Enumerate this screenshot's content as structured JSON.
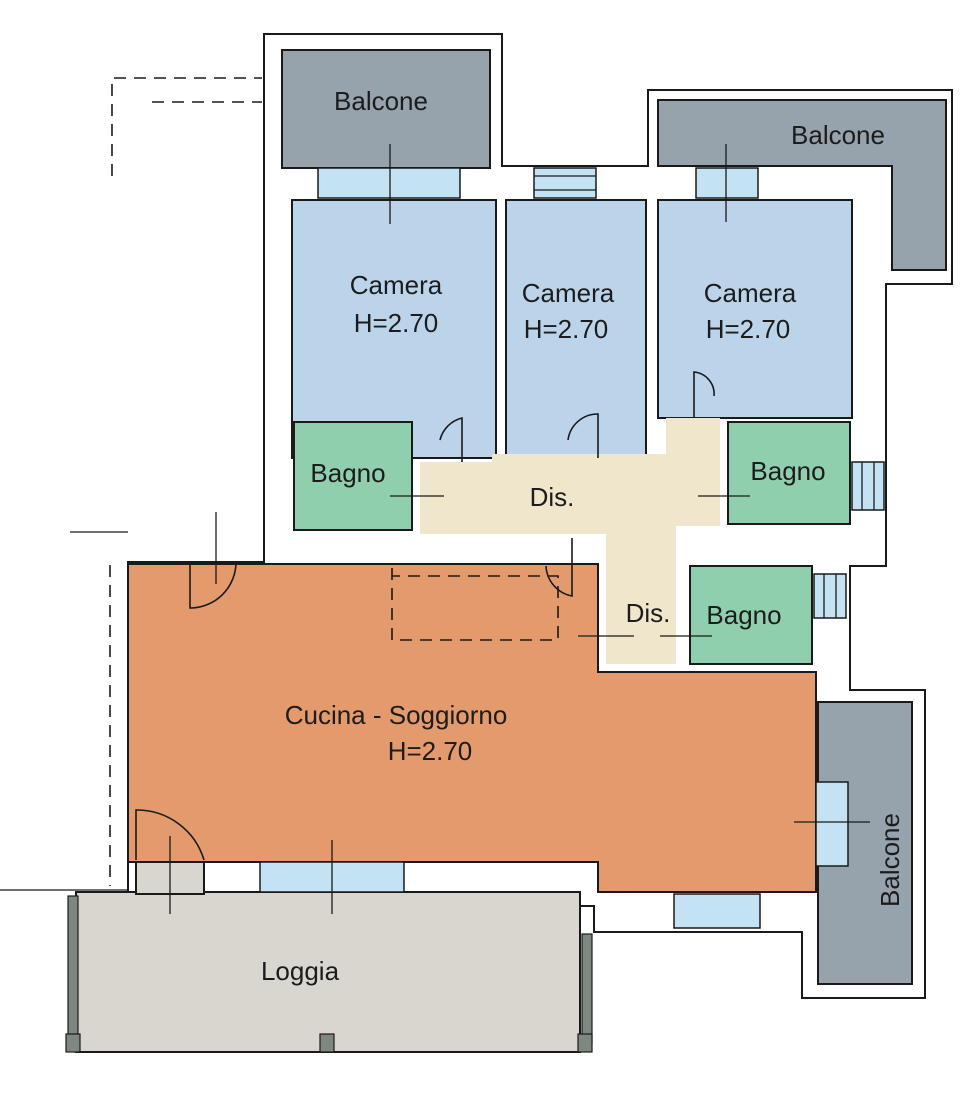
{
  "floor_plan": {
    "colors": {
      "balcone": "#96a3ac",
      "camera": "#bcd4ea",
      "bagno": "#8fcfae",
      "disimpegno": "#efe6cc",
      "cucina": "#e39a6c",
      "loggia": "#d8d6cf",
      "window": "#c3e2f3"
    },
    "rooms": {
      "balcone_top_left": {
        "name": "Balcone"
      },
      "balcone_top_right": {
        "name": "Balcone"
      },
      "balcone_right": {
        "name": "Balcone"
      },
      "camera_1": {
        "name": "Camera",
        "height": "H=2.70"
      },
      "camera_2": {
        "name": "Camera",
        "height": "H=2.70"
      },
      "camera_3": {
        "name": "Camera",
        "height": "H=2.70"
      },
      "bagno_left": {
        "name": "Bagno"
      },
      "bagno_right": {
        "name": "Bagno"
      },
      "bagno_lower": {
        "name": "Bagno"
      },
      "dis_main": {
        "name": "Dis."
      },
      "dis_small": {
        "name": "Dis."
      },
      "cucina_soggiorno": {
        "name": "Cucina - Soggiorno",
        "height": "H=2.70"
      },
      "loggia": {
        "name": "Loggia"
      }
    }
  }
}
